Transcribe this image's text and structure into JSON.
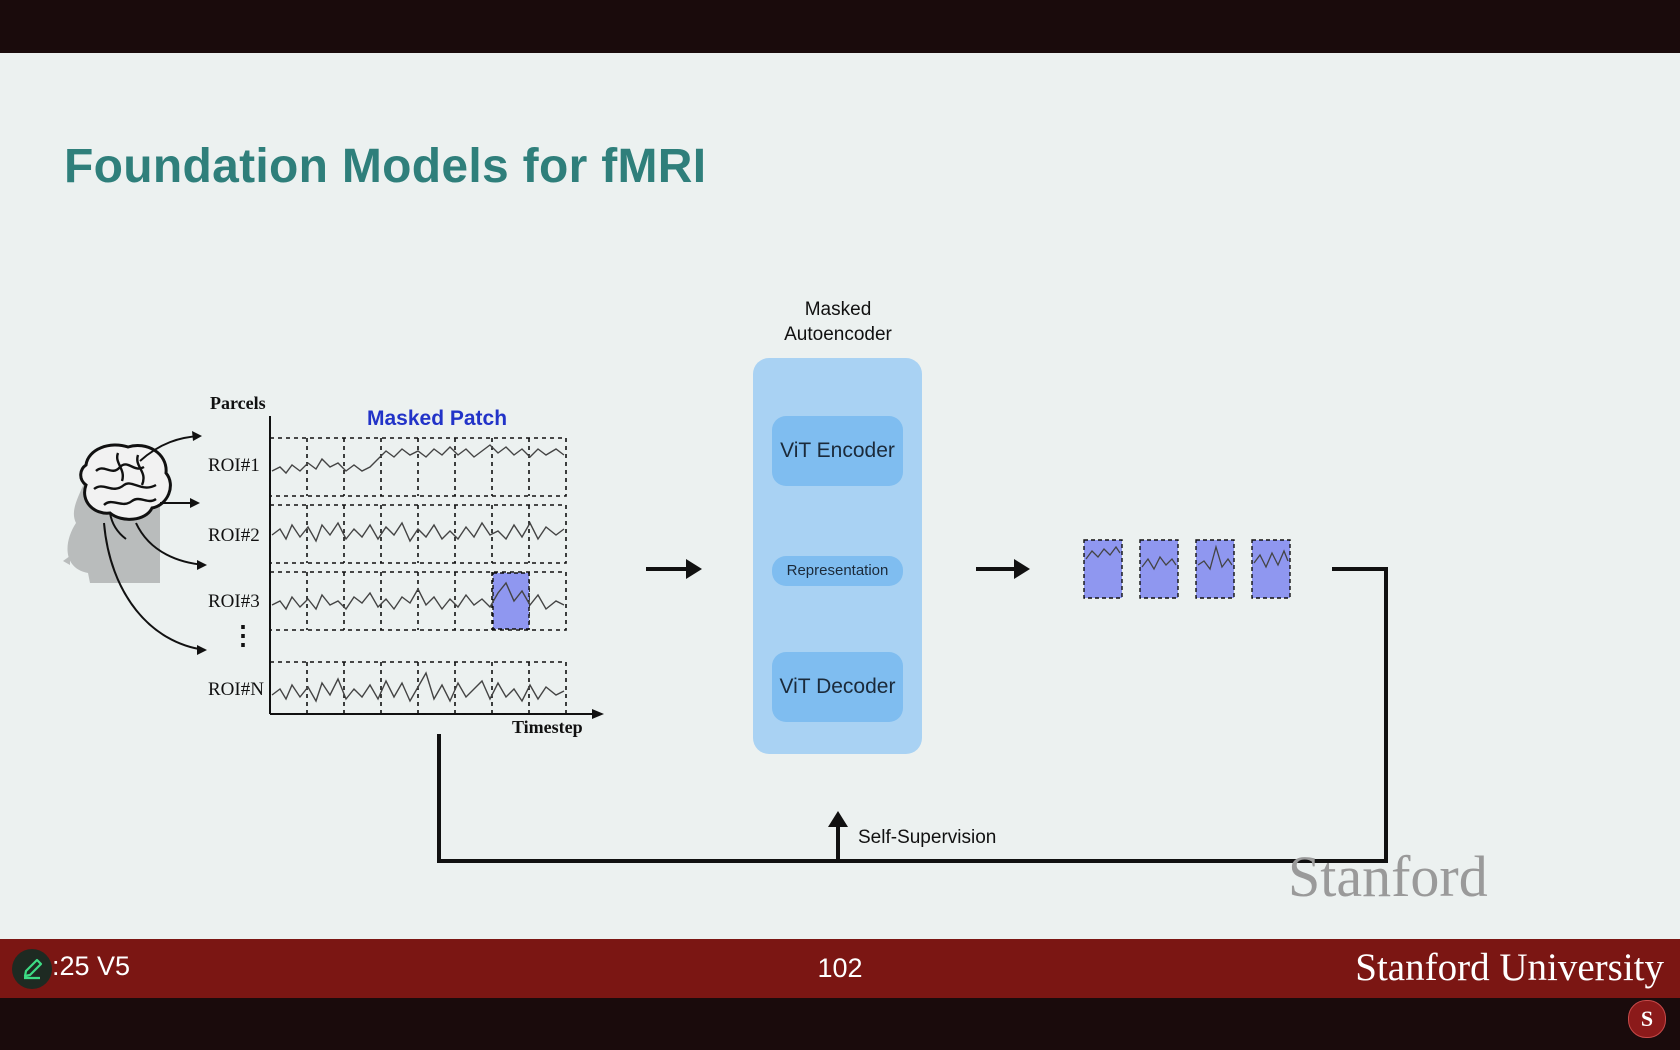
{
  "slide": {
    "title": "Foundation Models for fMRI",
    "parcels_label": "Parcels",
    "masked_patch_label": "Masked Patch",
    "timestep_label": "Timestep",
    "rois": [
      "ROI#1",
      "ROI#2",
      "ROI#3",
      "ROI#N"
    ],
    "vertical_ellipsis": "⋮",
    "mae_title_line1": "Masked",
    "mae_title_line2": "Autoencoder",
    "encoder_label": "ViT Encoder",
    "representation_label": "Representation",
    "decoder_label": "ViT Decoder",
    "self_supervision_label": "Self-Supervision",
    "watermark": "Stanford"
  },
  "footer": {
    "course_code": ":25 V5",
    "page_number": "102",
    "university": "Stanford University"
  },
  "colors": {
    "title": "#2f7f7b",
    "masked_patch_text": "#2233c8",
    "patch_fill": "#8f97f0",
    "footer_bg": "#7b1613",
    "mae_box": "#a9d2f3",
    "pill": "#7fbdf0"
  },
  "icons": [
    "head-brain-icon",
    "edit-pencil-icon",
    "stanford-logo-icon"
  ]
}
